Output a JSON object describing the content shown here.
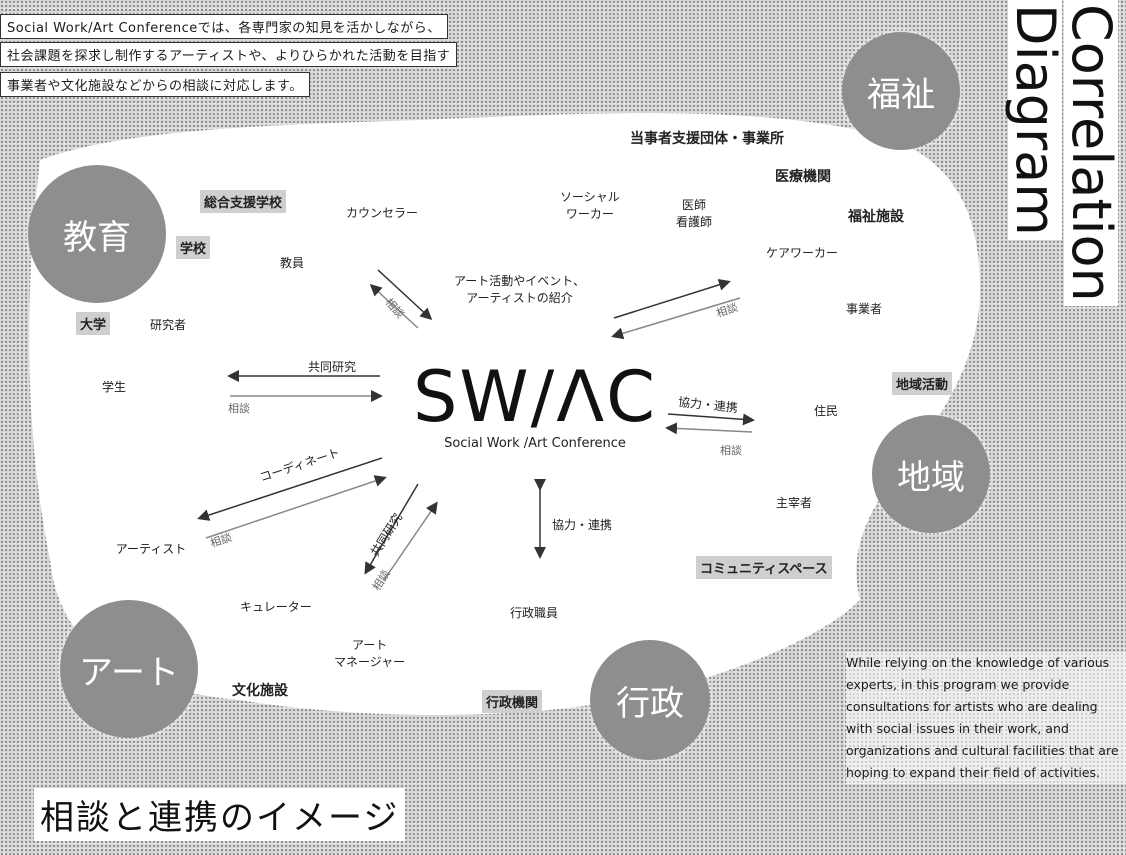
{
  "intro": {
    "line1": "Social Work/Art Conferenceでは、各専門家の知見を活かしながら、",
    "line2": "社会課題を探求し制作するアーティストや、よりひらかれた活動を目指す",
    "line3": "事業者や文化施設などからの相談に対応します。"
  },
  "title": {
    "word1": "Correlation",
    "word2": "Diagram"
  },
  "logo": {
    "main": "SW/ΛC",
    "sub": "Social Work /Art Conference"
  },
  "domains": {
    "welfare": "福祉",
    "education": "教育",
    "community": "地域",
    "art": "アート",
    "government": "行政"
  },
  "labels": {
    "general_support_school": "総合支援学校",
    "school": "学校",
    "university": "大学",
    "counselor": "カウンセラー",
    "teacher": "教員",
    "researcher": "研究者",
    "student": "学生",
    "social_worker": "ソーシャル\nワーカー",
    "doctor_nurse": "医師\n看護師",
    "support_groups": "当事者支援団体・事業所",
    "medical": "医療機関",
    "welfare_facility": "福祉施設",
    "care_worker": "ケアワーカー",
    "business": "事業者",
    "community_activity": "地域活動",
    "residents": "住民",
    "organizer": "主宰者",
    "community_space": "コミュニティスペース",
    "artist": "アーティスト",
    "curator": "キュレーター",
    "art_manager": "アート\nマネージャー",
    "cultural_facility": "文化施設",
    "gov_staff": "行政職員",
    "gov_agency": "行政機関"
  },
  "arrows": {
    "intro_art": "アート活動やイベント、\nアーティストの紹介",
    "consult": "相談",
    "joint_research": "共同研究",
    "cooperation": "協力・連携",
    "coordinate": "コーディネート"
  },
  "english": "While relying on the knowledge of various experts, in this program we provide consultations for artists who are dealing with social issues in their work, and organizations and cultural facilities that are hoping to expand their field of activities.",
  "bottom_title": "相談と連携のイメージ"
}
